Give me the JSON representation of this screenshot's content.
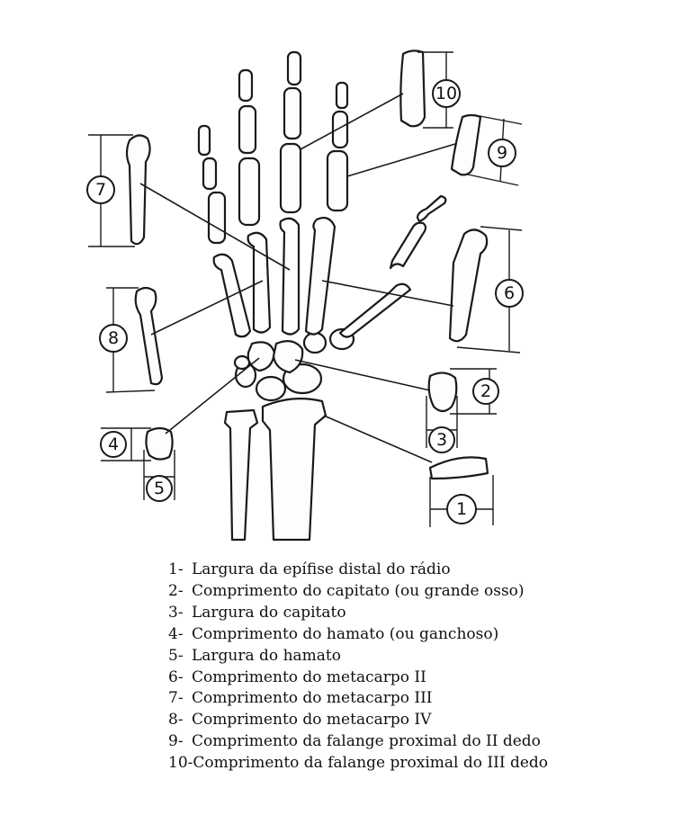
{
  "badges": {
    "b1": "1",
    "b2": "2",
    "b3": "3",
    "b4": "4",
    "b5": "5",
    "b6": "6",
    "b7": "7",
    "b8": "8",
    "b9": "9",
    "b10": "10"
  },
  "legend": [
    {
      "num": "1-",
      "text": "Largura da epífise distal do rádio"
    },
    {
      "num": "2-",
      "text": "Comprimento do capitato (ou grande osso)"
    },
    {
      "num": "3-",
      "text": "Largura do capitato"
    },
    {
      "num": "4-",
      "text": "Comprimento do hamato (ou ganchoso)"
    },
    {
      "num": "5-",
      "text": "Largura do hamato"
    },
    {
      "num": "6-",
      "text": "Comprimento do metacarpo II"
    },
    {
      "num": "7-",
      "text": "Comprimento do metacarpo III"
    },
    {
      "num": "8-",
      "text": "Comprimento do metacarpo IV"
    },
    {
      "num": "9-",
      "text": "Comprimento da falange proximal do II dedo"
    },
    {
      "num": "10-",
      "text": "Comprimento da falange proximal do III dedo"
    }
  ]
}
